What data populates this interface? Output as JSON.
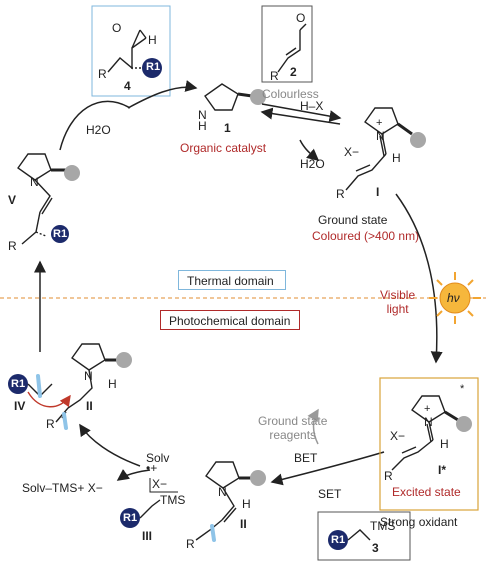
{
  "diagram": {
    "compound_4": {
      "number": "4",
      "R": "R",
      "R1": "R1"
    },
    "compound_2": {
      "number": "2",
      "R": "R",
      "caption": "Colourless"
    },
    "catalyst": {
      "number": "1",
      "nh": "N\nH",
      "caption": "Organic catalyst"
    },
    "iminium_I": {
      "label": "I",
      "counterion": "X−",
      "charge": "+",
      "N": "N",
      "R": "R",
      "H": "H",
      "state": "Ground state",
      "colour": "Coloured (>400 nm)"
    },
    "reagent_HX": "H–X",
    "water_out": "H2O",
    "water_in": "H2O",
    "enamine_V": {
      "label": "V",
      "N": "N",
      "R": "R",
      "R1": "R1"
    },
    "domains": {
      "thermal": "Thermal domain",
      "photochemical": "Photochemical domain"
    },
    "light": {
      "label": "Visible\nlight",
      "symbol": "hν"
    },
    "excited_I": {
      "label": "I*",
      "star": "*",
      "counterion": "X−",
      "charge": "+",
      "N": "N",
      "H": "H",
      "R": "R",
      "state": "Excited state",
      "role": "Strong oxidant"
    },
    "radical_IV": {
      "label": "IV",
      "R1": "R1",
      "R": "R",
      "II": "II",
      "N": "N",
      "H": "H"
    },
    "radical_III": {
      "label": "III",
      "R1": "R1",
      "TMS": "TMS",
      "X": "X−",
      "charge": "•+"
    },
    "enamine_II": {
      "label": "II",
      "N": "N",
      "H": "H",
      "R": "R"
    },
    "BET": "BET",
    "SET": "SET",
    "ground_reagents": "Ground state\nreagents",
    "solv": "Solv",
    "solv_tms": "Solv–TMS+  X−",
    "compound_3": {
      "number": "3",
      "R1": "R1",
      "TMS": "TMS"
    },
    "colors": {
      "accent_red": "#b02a2a",
      "navy": "#1c2a6b",
      "gray_sphere": "#a7a7a7",
      "sun": "#f2a531",
      "light_blue": "#8fc4e8",
      "orange_line": "#e8a35a"
    }
  }
}
